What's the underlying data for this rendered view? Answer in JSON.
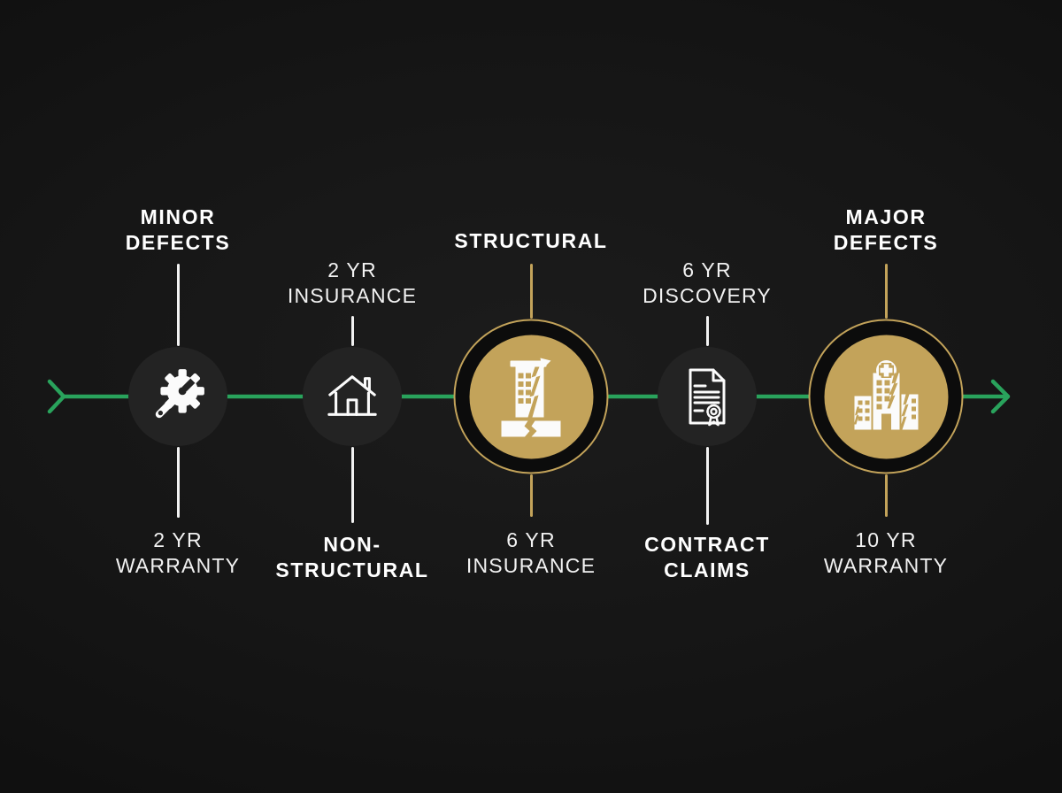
{
  "diagram": {
    "kind": "horizontal-timeline-infographic",
    "arrow_direction": "left-to-right"
  },
  "colors": {
    "background": "#141414",
    "gold": "#c3a35a",
    "green": "#29a35c",
    "text": "#f2f2f2",
    "circle_dark": "#232323"
  },
  "nodes": [
    {
      "id": "minor-defects",
      "top_label": "MINOR\nDEFECTS",
      "bottom_label": "2 YR\nWARRANTY",
      "icon": "gear-wrench-icon",
      "style": "dark"
    },
    {
      "id": "non-structural",
      "top_label": "2 YR\nINSURANCE",
      "bottom_label": "NON-\nSTRUCTURAL",
      "icon": "house-icon",
      "style": "dark"
    },
    {
      "id": "structural",
      "top_label": "STRUCTURAL",
      "bottom_label": "6 YR\nINSURANCE",
      "icon": "cracked-building-icon",
      "style": "gold"
    },
    {
      "id": "contract-claims",
      "top_label": "6 YR\nDISCOVERY",
      "bottom_label": "CONTRACT\nCLAIMS",
      "icon": "certificate-icon",
      "style": "dark"
    },
    {
      "id": "major-defects",
      "top_label": "MAJOR\nDEFECTS",
      "bottom_label": "10 YR\nWARRANTY",
      "icon": "damaged-hospital-icon",
      "style": "gold"
    }
  ]
}
